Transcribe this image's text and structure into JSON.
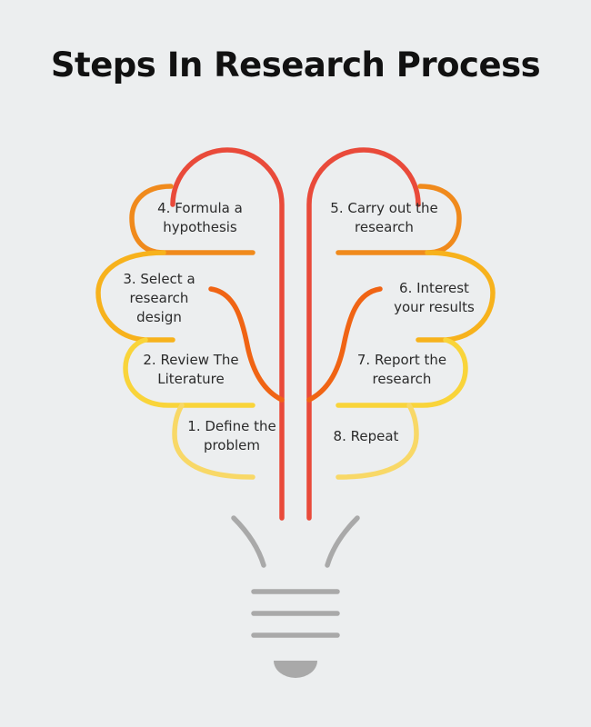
{
  "title": "Steps In Research Process",
  "steps": [
    {
      "number": 1,
      "label": "1. Define the\nproblem"
    },
    {
      "number": 2,
      "label": "2. Review The\nLiterature"
    },
    {
      "number": 3,
      "label": "3. Select a\nresearch\ndesign"
    },
    {
      "number": 4,
      "label": "4. Formula a\nhypothesis"
    },
    {
      "number": 5,
      "label": "5. Carry out the\nresearch"
    },
    {
      "number": 6,
      "label": "6. Interest\nyour results"
    },
    {
      "number": 7,
      "label": "7. Report the\nresearch"
    },
    {
      "number": 8,
      "label": "8. Repeat"
    }
  ],
  "colors": {
    "background": "#eceeef",
    "stem_red": "#e94a3a",
    "orange": "#f08a1c",
    "dark_orange": "#f06414",
    "amber": "#f7b21c",
    "yellow": "#f9d43a",
    "pale_yellow": "#f8d867",
    "bulb_gray": "#a9a9a9"
  },
  "icons": [
    "lightbulb-icon",
    "brain-icon"
  ]
}
